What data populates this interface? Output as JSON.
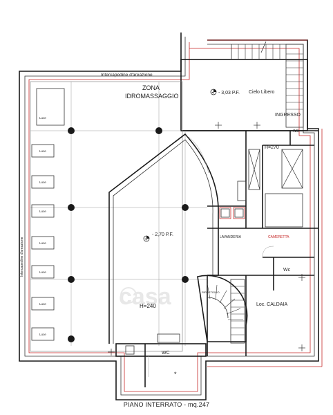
{
  "plan": {
    "caption": "PIANO INTERRATO - mq.247",
    "watermark": "casa",
    "colors": {
      "wall": "#1a1a1a",
      "red_line": "#c62828",
      "grey_line": "#777777"
    }
  },
  "rooms": {
    "zona_line1": "ZONA",
    "zona_line2": "IDROMASSAGGIO",
    "cielo_libero": "Cielo Libero",
    "ingresso": "INGRESSO",
    "lavanderia": "LAVANDERIA",
    "cameretta": "CAMERETTA",
    "wc_right": "Wc",
    "wc_small": "WC",
    "wc_bottom": "WC",
    "caldaia": "Loc. CALDAIA",
    "ripostiglio": "RIPOSTIGLIO"
  },
  "dimensions": {
    "level_upper": "- 3,03 P.F.",
    "level_main": "- 2,70 P.F.",
    "height_main": "H=240",
    "height_right": "H=270",
    "star": "*"
  },
  "corridors": {
    "top": "Intercapedine d'areazione",
    "left": "Intercapedine d'areazione"
  },
  "lights": [
    "Luce",
    "Luce",
    "Luce",
    "Luce",
    "Luce",
    "Luce",
    "Luce",
    "Luce"
  ]
}
